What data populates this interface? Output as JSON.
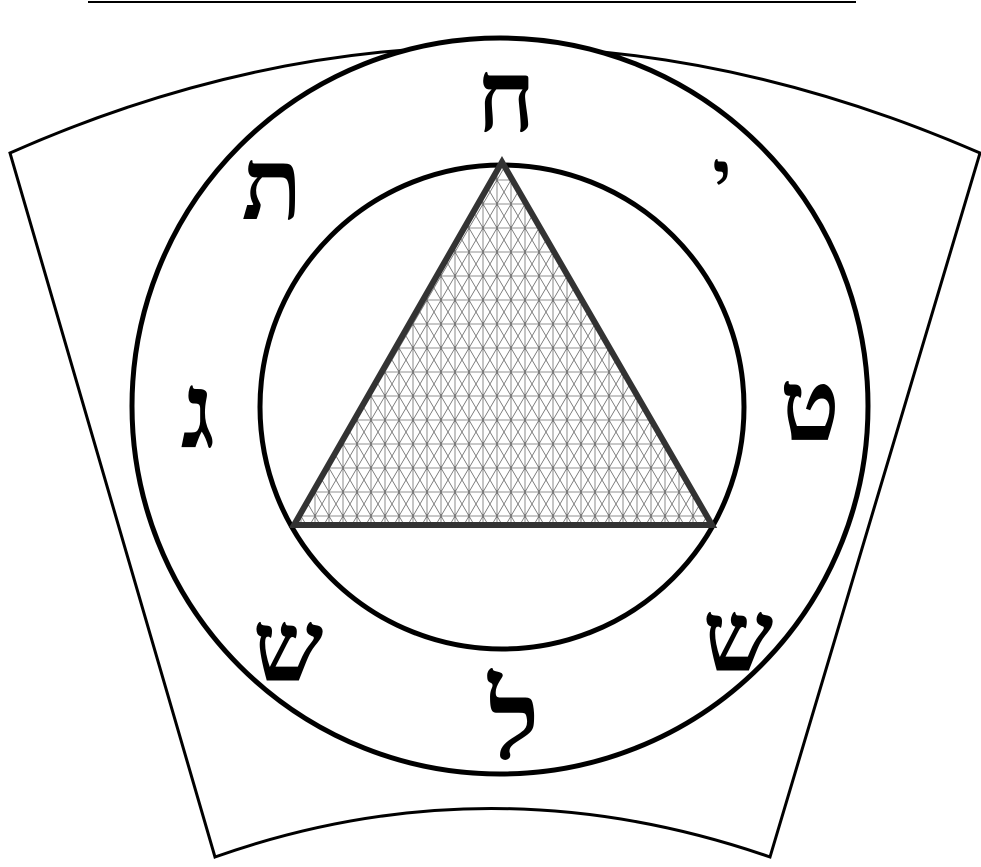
{
  "emblem": {
    "colors": {
      "stroke": "#000000",
      "background": "#ffffff",
      "hatch": "#6e6e6e",
      "triangle_border": "#333333"
    },
    "ring_letters": [
      {
        "id": "top",
        "char": "ח"
      },
      {
        "id": "upper-right",
        "char": "י"
      },
      {
        "id": "right",
        "char": "ט"
      },
      {
        "id": "lower-right",
        "char": "ש"
      },
      {
        "id": "bottom",
        "char": "ל"
      },
      {
        "id": "lower-left",
        "char": "ש"
      },
      {
        "id": "left",
        "char": "ג"
      },
      {
        "id": "upper-left",
        "char": "ת"
      }
    ]
  }
}
